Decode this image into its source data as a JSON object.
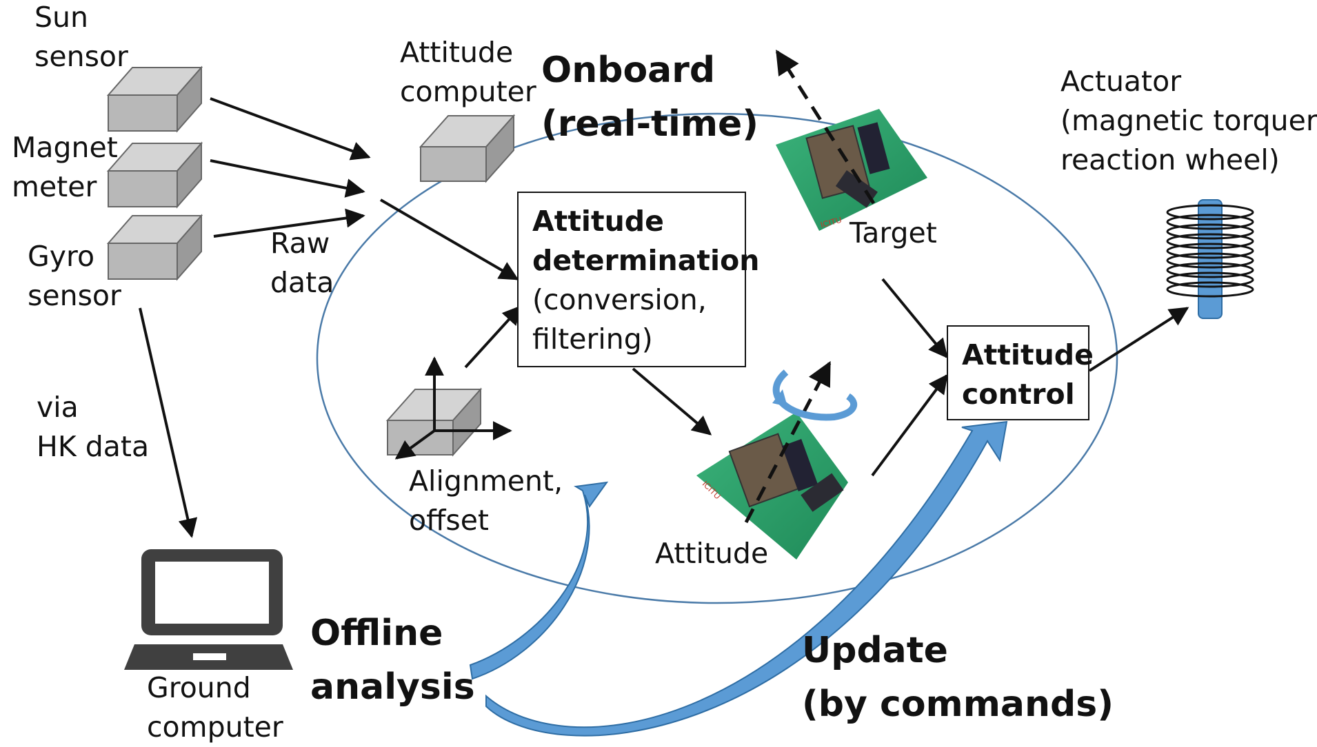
{
  "sensors": {
    "sun": "Sun\nsensor",
    "magnet": "Magnet\nmeter",
    "gyro": "Gyro\nsensor"
  },
  "raw_data": "Raw\ndata",
  "via_hk": "via\nHK data",
  "attitude_computer": "Attitude\ncomputer",
  "onboard": "Onboard\n(real-time)",
  "determination": {
    "title": "Attitude\ndetermination",
    "desc": "(conversion,\nfiltering)"
  },
  "alignment": "Alignment,\noffset",
  "target": "Target",
  "attitude": "Attitude",
  "control": "Attitude\ncontrol",
  "actuator": "Actuator\n(magnetic torquer,\nreaction wheel)",
  "ground_computer": "Ground\ncomputer",
  "offline": "Offline\nanalysis",
  "update": "Update\n(by commands)",
  "icons": {
    "sensor": "sensor-cube-icon",
    "computer": "computer-cube-icon",
    "laptop": "laptop-icon",
    "satellite": "satellite-icon",
    "coil": "coil-actuator-icon",
    "axes": "coordinate-axes-icon"
  },
  "colors": {
    "ellipse": "#4a7aa8",
    "update_arrow": "#5b9bd5",
    "cube_front": "#b8b8b8",
    "cube_top": "#d4d4d4",
    "cube_side": "#9a9a9a",
    "satellite_bg": "#2fa36e",
    "laptop": "#404040"
  }
}
